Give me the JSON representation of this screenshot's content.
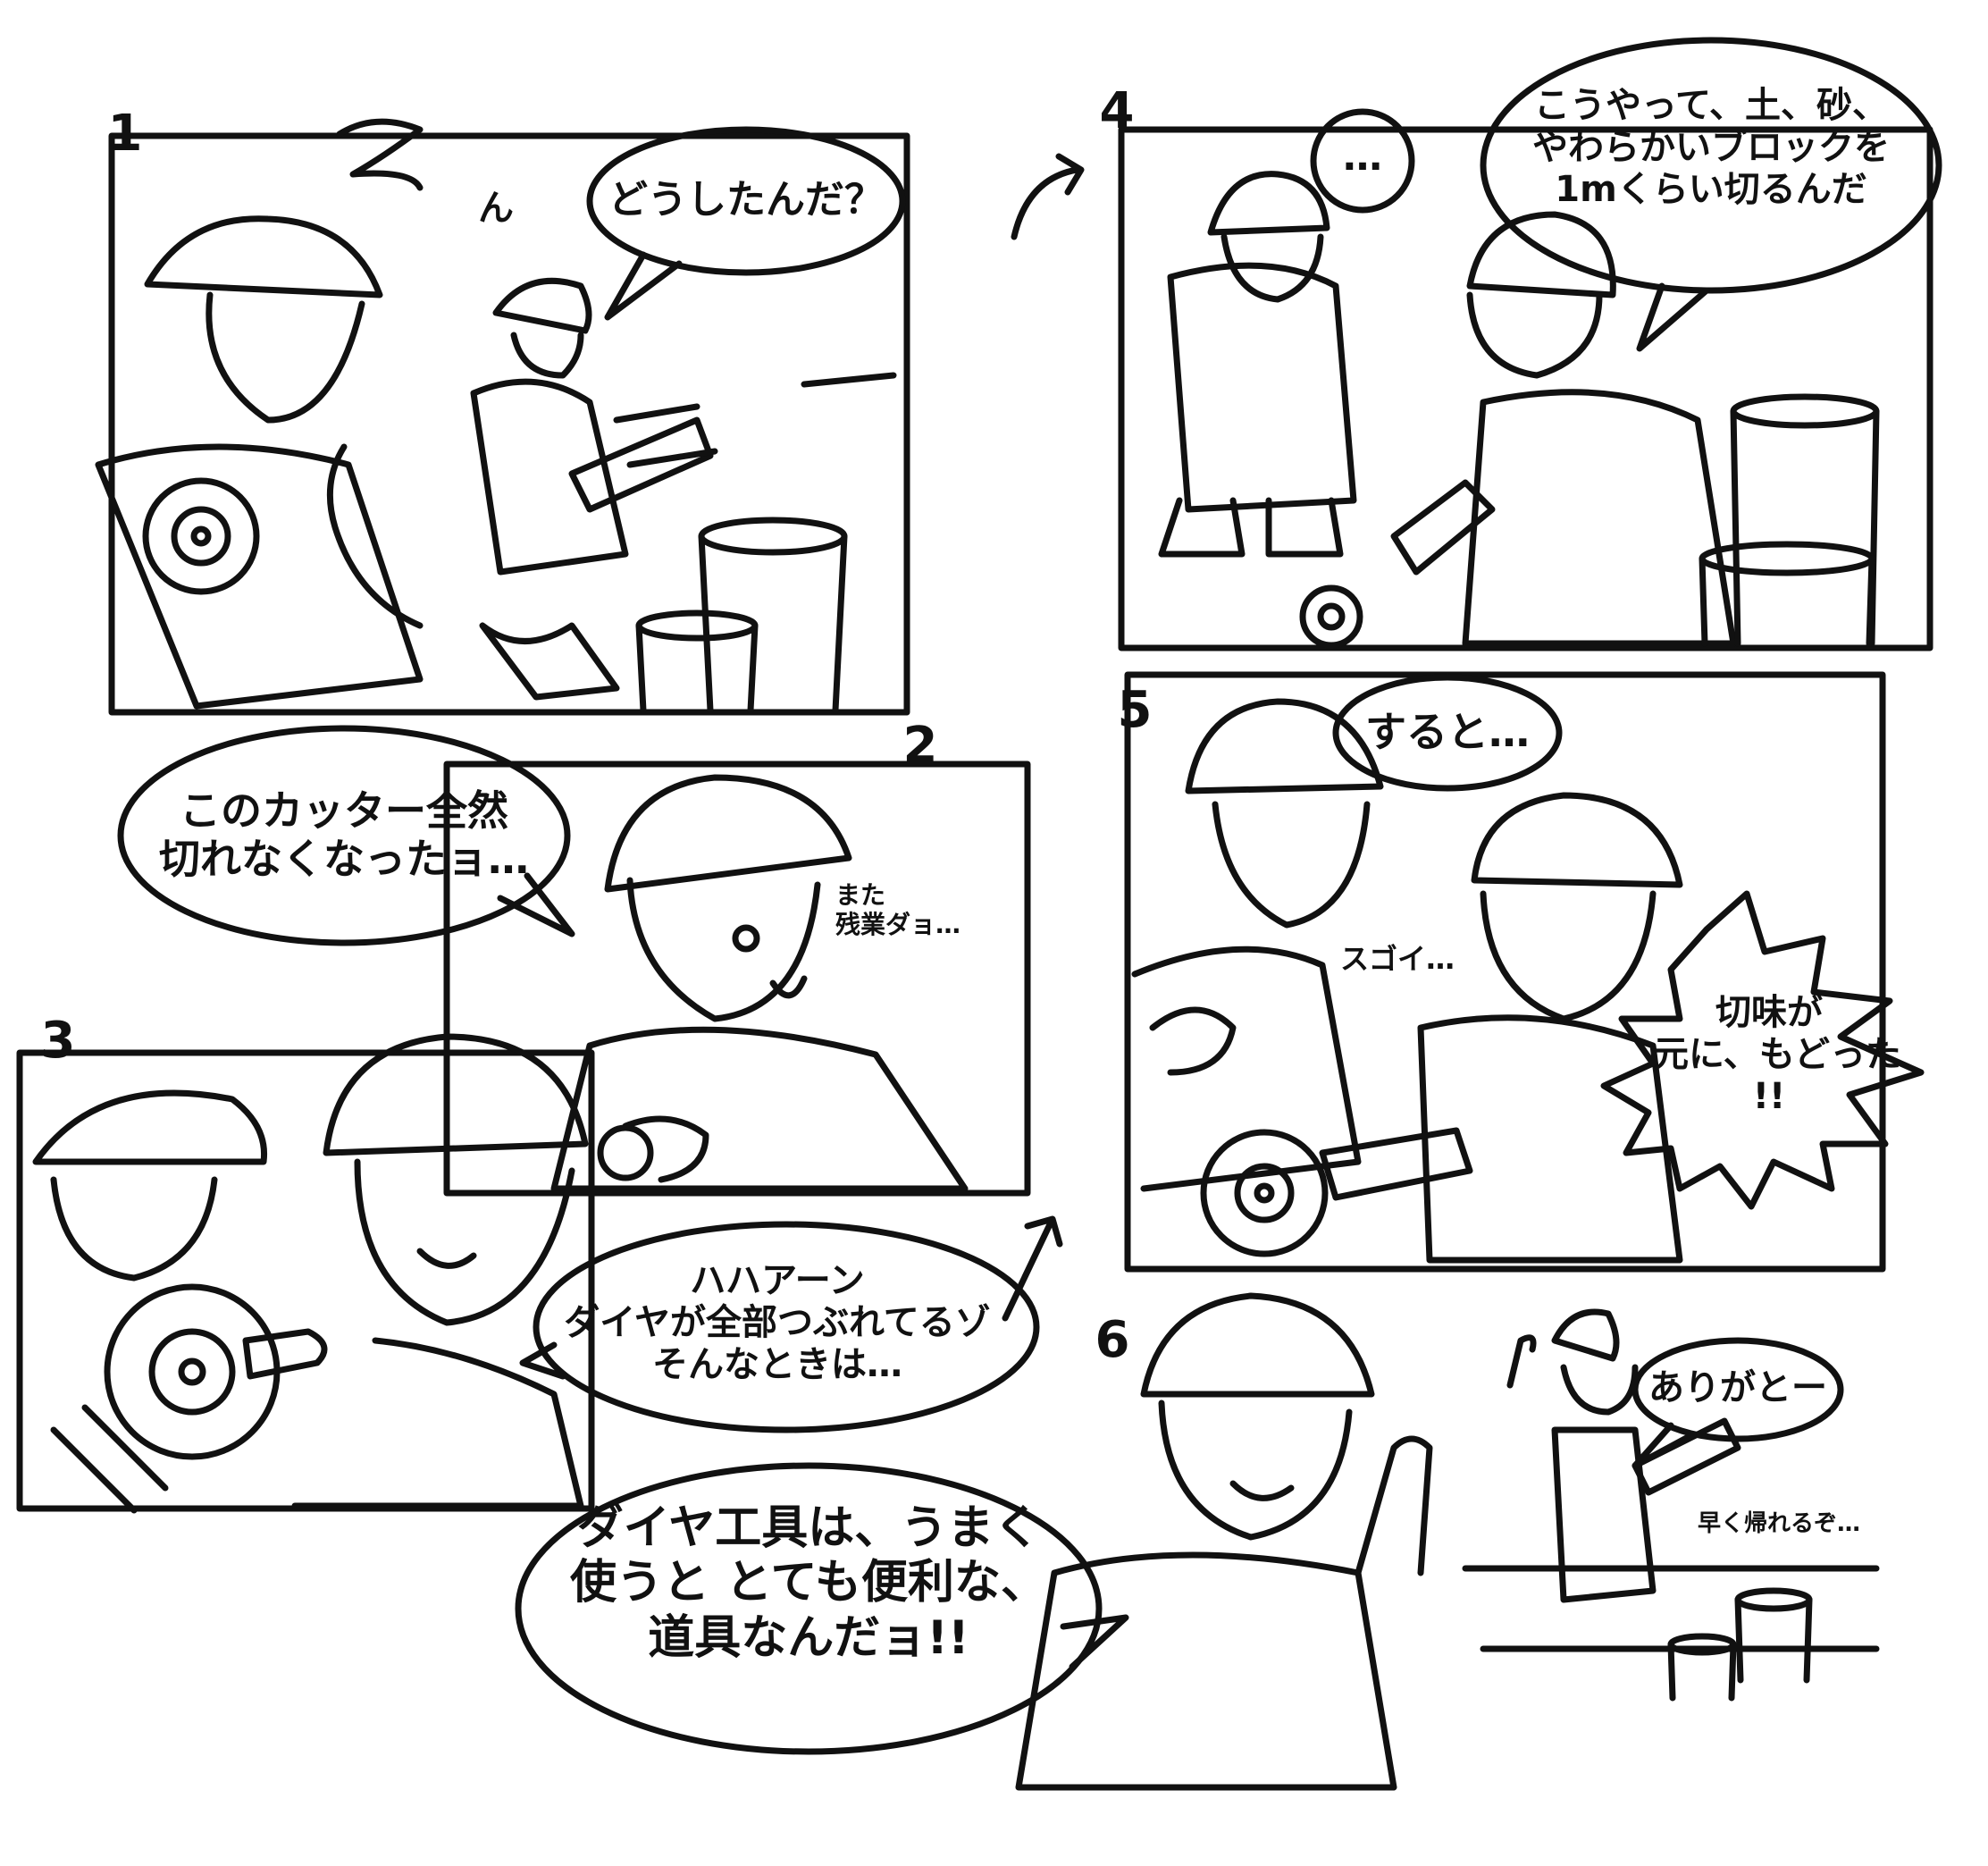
{
  "panels": [
    {
      "number": "1",
      "speech": [
        "どうしたんだ？"
      ],
      "sfx": "ん"
    },
    {
      "number": "2",
      "speech": [
        "このカッター全然",
        "切れなくなったョ…"
      ],
      "aside": [
        "また",
        "残業ダョ…"
      ]
    },
    {
      "number": "3",
      "speech": [
        "ハハアーン",
        "ダイヤが全部つぶれてるゾ",
        "そんなときは…"
      ]
    },
    {
      "number": "4",
      "thought": "…",
      "speech": [
        "こうやって、土、砂、",
        "やわらかいブロックを",
        "1mくらい切るんだ"
      ]
    },
    {
      "number": "5",
      "speech": [
        "すると…"
      ],
      "aside": "スゴイ…",
      "burst": [
        "切味が",
        "元に、もどった",
        "!!"
      ]
    },
    {
      "number": "6",
      "speech": [
        "ダイヤ工具は、うまく",
        "使うと とても便利な、",
        "道具なんだョ!!"
      ],
      "bubble_small": "ありがとー",
      "aside": "早く帰れるぞ…"
    }
  ],
  "colors": {
    "ink": "#111111",
    "paper": "#ffffff"
  }
}
